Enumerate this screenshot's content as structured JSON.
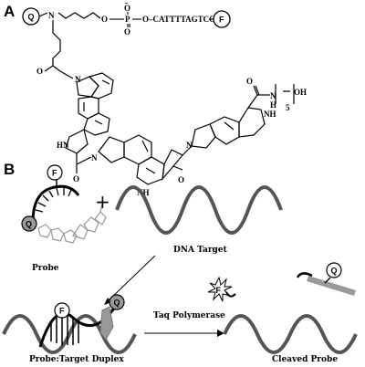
{
  "panel_a": {
    "letter": "A",
    "quencher": "Q",
    "fluor": "F",
    "atom_n": "N",
    "atom_o": "O",
    "minus": "-",
    "p": "P",
    "oligo": "O–CATTTTAGTCCTC",
    "nh1": "HN",
    "nh2": "NH",
    "cooh_tail": "O",
    "tail_group": "N",
    "tail_h": "H",
    "tail_oh": "OH",
    "tail_n": "5"
  },
  "panel_b": {
    "letter": "B",
    "plus": "+",
    "probe_label": "Probe",
    "target_label": "DNA Target",
    "duplex_label": "Probe:Target Duplex",
    "enzyme_label": "Taq Polymerase",
    "cleaved_label": "Cleaved Probe",
    "fluor": "F",
    "quencher": "Q"
  }
}
